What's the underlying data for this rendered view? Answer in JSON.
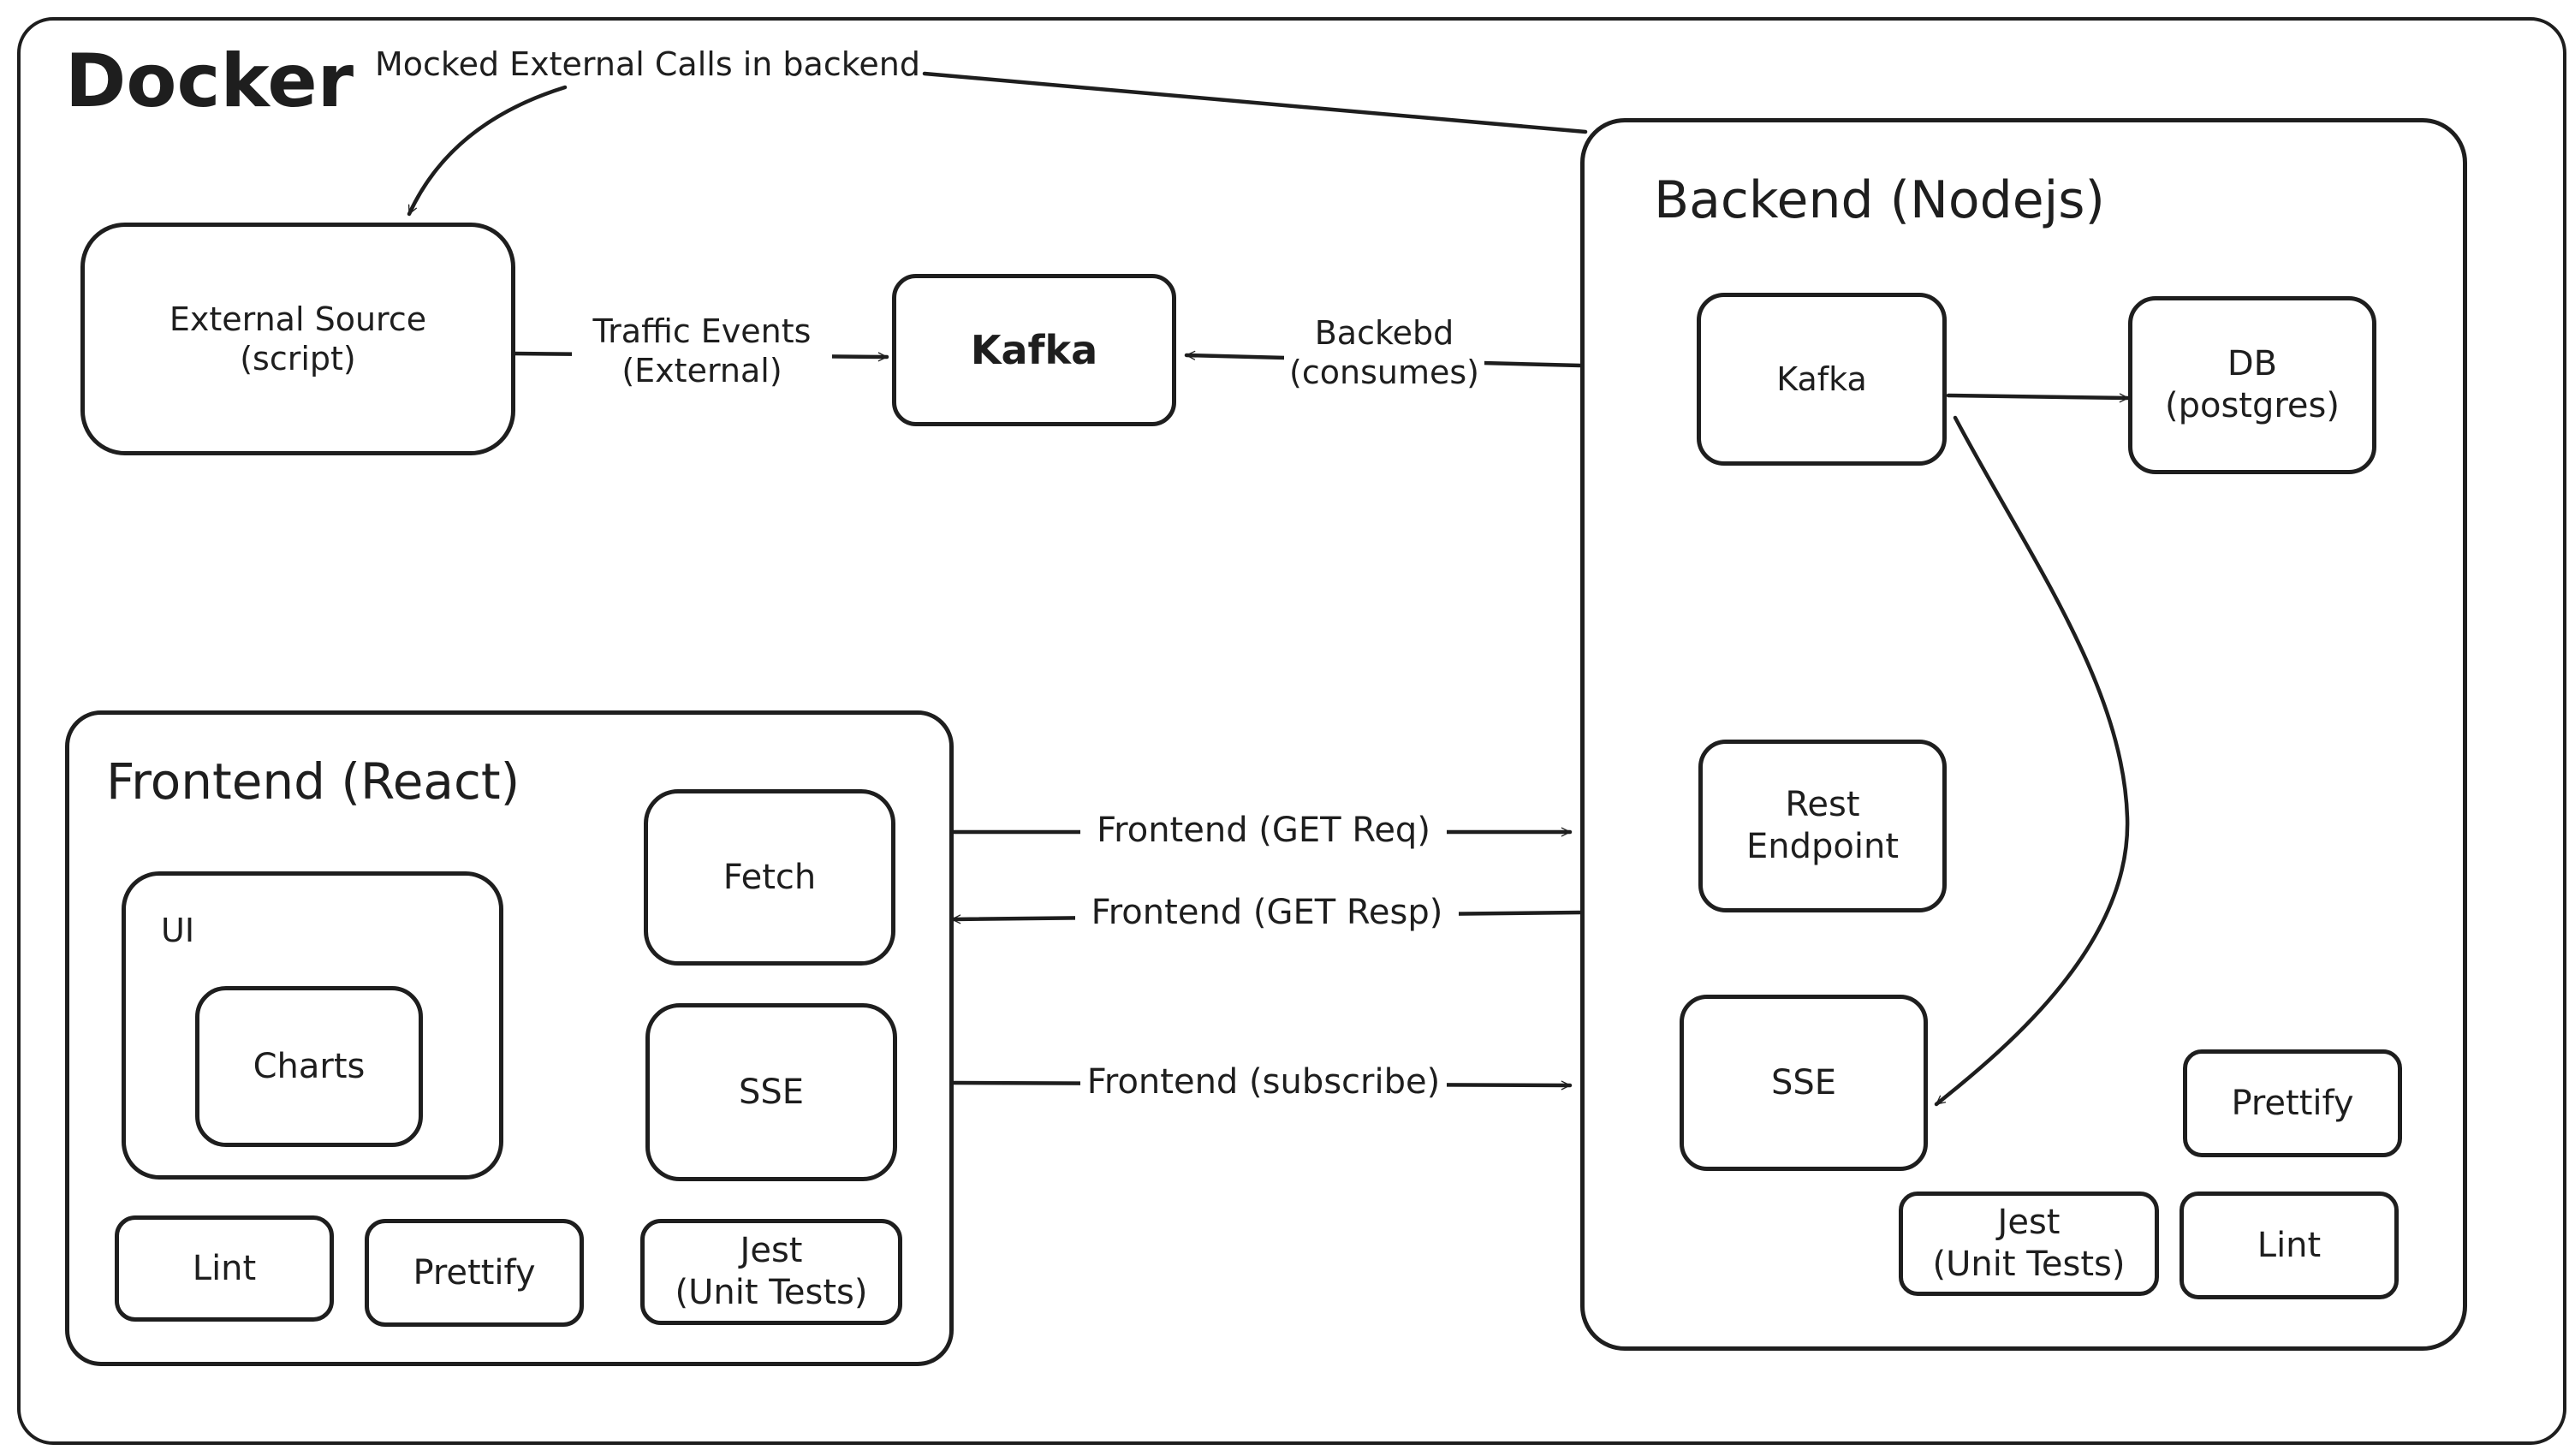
{
  "docker": {
    "title": "Docker"
  },
  "annotation": {
    "text": "Mocked External Calls in backend"
  },
  "nodes": {
    "external_source": "External Source\n(script)",
    "kafka_main": "Kafka",
    "backend_title": "Backend (Nodejs)",
    "backend_kafka": "Kafka",
    "backend_db": "DB\n(postgres)",
    "backend_rest": "Rest\nEndpoint",
    "backend_sse": "SSE",
    "backend_prettify": "Prettify",
    "backend_jest": "Jest\n(Unit Tests)",
    "backend_lint": "Lint",
    "frontend_title": "Frontend (React)",
    "frontend_ui": "UI",
    "frontend_charts": "Charts",
    "frontend_fetch": "Fetch",
    "frontend_sse": "SSE",
    "frontend_lint": "Lint",
    "frontend_prettify": "Prettify",
    "frontend_jest": "Jest\n(Unit Tests)"
  },
  "edges": {
    "traffic_events": "Traffic Events\n(External)",
    "backend_consumes": "Backebd\n(consumes)",
    "get_req": "Frontend (GET Req)",
    "get_resp": "Frontend (GET Resp)",
    "subscribe": "Frontend (subscribe)"
  },
  "colors": {
    "stroke": "#1e1e1e",
    "background": "#ffffff"
  }
}
